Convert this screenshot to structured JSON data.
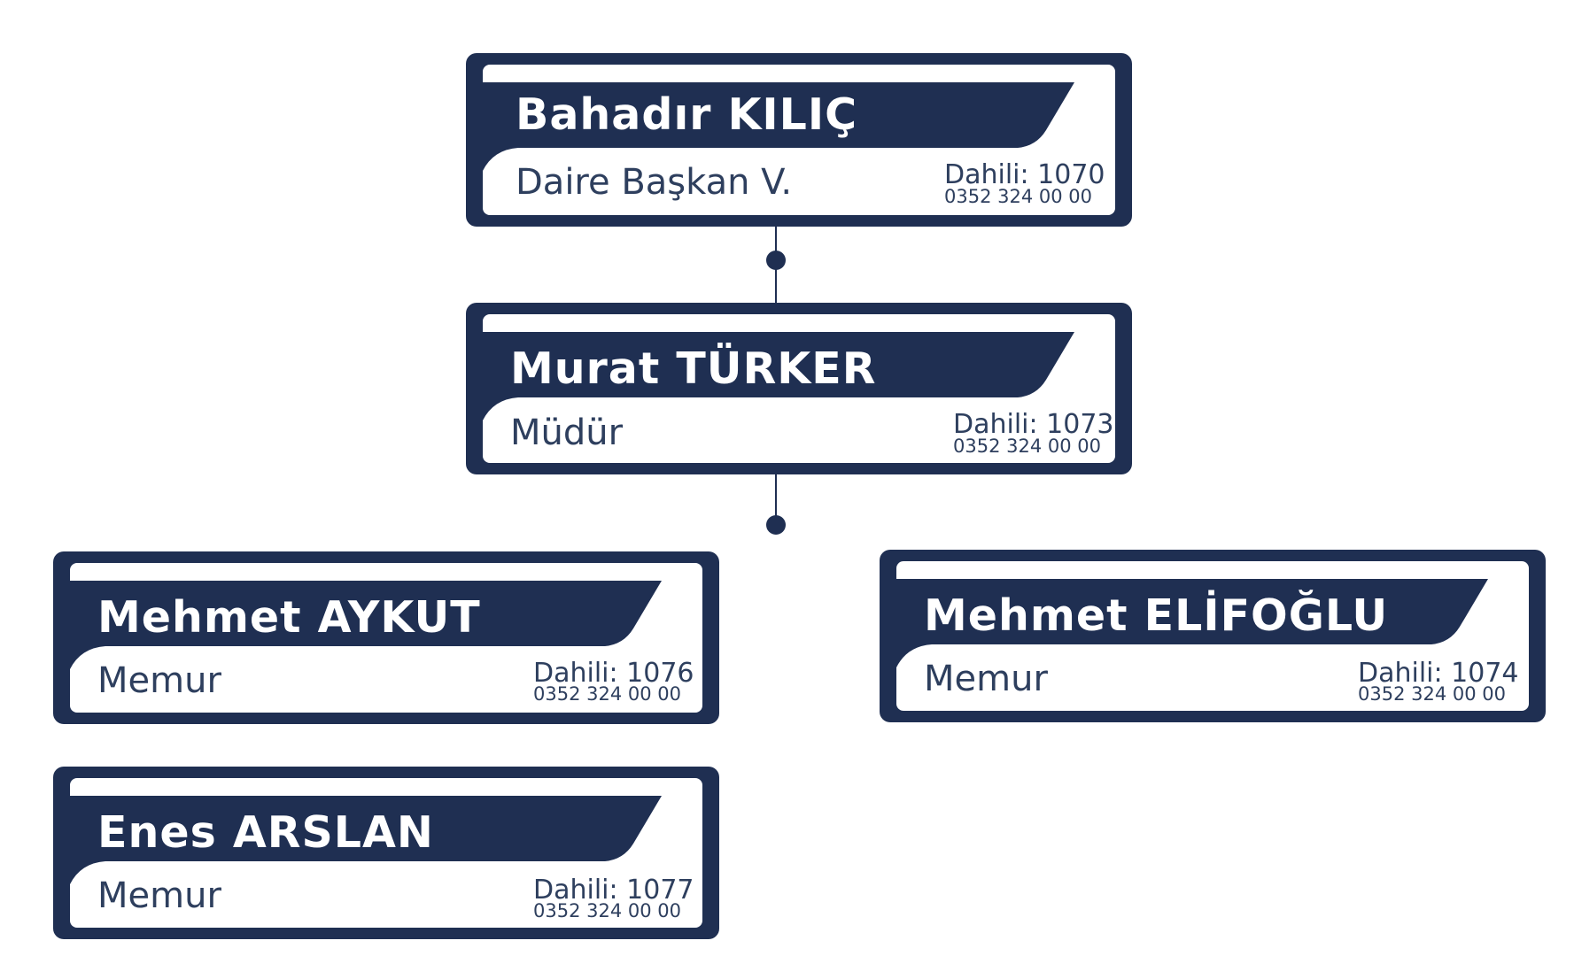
{
  "colors": {
    "card_border": "#1f2f52",
    "card_fill": "#ffffff",
    "banner": "#1f2f52",
    "text_dark": "#2e3f5e",
    "text_light": "#ffffff",
    "connector": "#1f2f52"
  },
  "people": [
    {
      "id": "bahadir",
      "name": "Bahadır KILIÇ",
      "role": "Daire Başkan V.",
      "extension": "Dahili: 1070",
      "phone": "0352 324 00 00"
    },
    {
      "id": "murat",
      "name": "Murat TÜRKER",
      "role": "Müdür",
      "extension": "Dahili: 1073",
      "phone": "0352 324 00 00"
    },
    {
      "id": "mehmet-aykut",
      "name": "Mehmet AYKUT",
      "role": "Memur",
      "extension": "Dahili: 1076",
      "phone": "0352 324 00 00"
    },
    {
      "id": "mehmet-elifoglu",
      "name": "Mehmet ELİFOĞLU",
      "role": "Memur",
      "extension": "Dahili: 1074",
      "phone": "0352 324 00 00"
    },
    {
      "id": "enes",
      "name": "Enes ARSLAN",
      "role": "Memur",
      "extension": "Dahili: 1077",
      "phone": "0352 324 00 00"
    }
  ]
}
